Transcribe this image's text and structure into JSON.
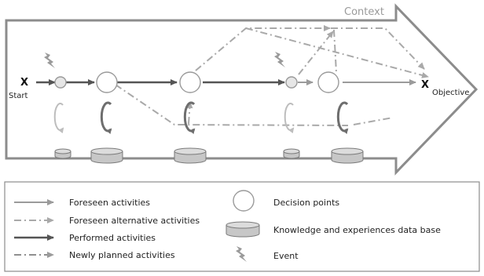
{
  "diagram": {
    "context_label": "Context",
    "start_label": "Start",
    "start_marker": "X",
    "objective_label": "Objective",
    "objective_marker": "X"
  },
  "legend": {
    "items": [
      {
        "key": "foreseen",
        "label": "Foreseen activities"
      },
      {
        "key": "foreseen_alt",
        "label": "Foreseen alternative activities"
      },
      {
        "key": "performed",
        "label": "Performed activities"
      },
      {
        "key": "newly_planned",
        "label": "Newly planned activities"
      },
      {
        "key": "decision_points",
        "label": "Decision points"
      },
      {
        "key": "knowledge_db",
        "label": "Knowledge and experiences data base"
      },
      {
        "key": "event",
        "label": "Event"
      }
    ]
  },
  "colors": {
    "foreseen": "#9b9b9b",
    "performed": "#555555",
    "alternative": "#a9a9a9",
    "arrow_outline": "#8c8c8c",
    "db_fill": "#c7c7c7",
    "db_stroke": "#7a7a7a",
    "circle_fill": "#ffffff",
    "circle_stroke": "#9a9a9a",
    "event_fill": "#9a9a9a"
  },
  "icons": {
    "decision_point": "circle-icon",
    "database": "database-icon",
    "event": "lightning-icon",
    "cycle": "cycle-arrow-icon"
  }
}
